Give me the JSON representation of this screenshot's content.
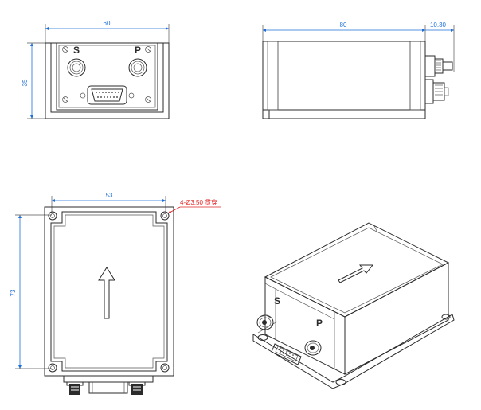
{
  "views": {
    "front": {
      "width_dim": "60",
      "height_dim": "35",
      "port_left": "S",
      "port_right": "P"
    },
    "side": {
      "length_dim": "80",
      "connector_dim": "10.30"
    },
    "top": {
      "width_dim": "53",
      "height_dim": "73",
      "hole_note": "4-Ø3.50 贯穿"
    },
    "iso": {
      "port_left": "S",
      "port_right": "P"
    }
  },
  "colors": {
    "dimension": "#1e6fd9",
    "annotation": "#e02424",
    "outline": "#2b2b2b"
  }
}
